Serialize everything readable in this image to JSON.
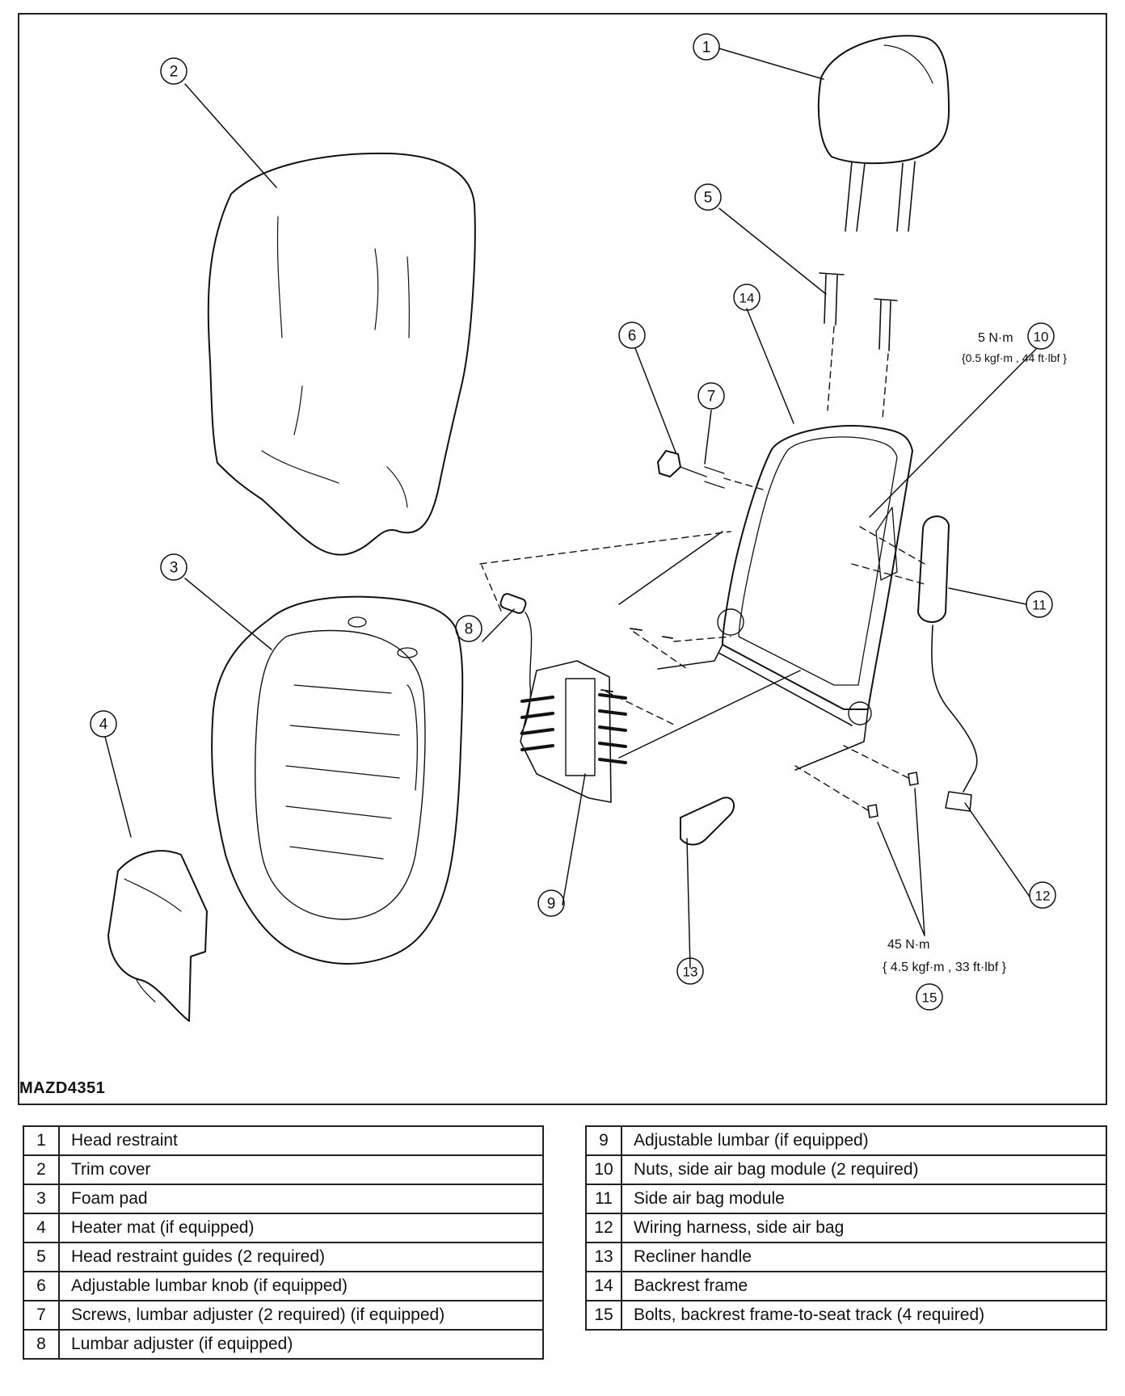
{
  "figure": {
    "id": "MAZD4351",
    "callouts": [
      {
        "num": "1"
      },
      {
        "num": "2"
      },
      {
        "num": "3"
      },
      {
        "num": "4"
      },
      {
        "num": "5"
      },
      {
        "num": "6"
      },
      {
        "num": "7"
      },
      {
        "num": "8"
      },
      {
        "num": "9"
      },
      {
        "num": "10"
      },
      {
        "num": "11"
      },
      {
        "num": "12"
      },
      {
        "num": "13"
      },
      {
        "num": "14"
      },
      {
        "num": "15"
      }
    ],
    "torque_10": {
      "line1": "5 N·m",
      "line2": "{0.5 kgf·m , 44 ft·lbf }"
    },
    "torque_15": {
      "line1": "45 N·m",
      "line2": "{ 4.5 kgf·m , 33 ft·lbf }"
    }
  },
  "legend": {
    "left": [
      {
        "num": "1",
        "desc": "Head restraint"
      },
      {
        "num": "2",
        "desc": "Trim cover"
      },
      {
        "num": "3",
        "desc": "Foam pad"
      },
      {
        "num": "4",
        "desc": "Heater mat (if equipped)"
      },
      {
        "num": "5",
        "desc": "Head restraint guides (2 required)"
      },
      {
        "num": "6",
        "desc": "Adjustable lumbar knob (if equipped)"
      },
      {
        "num": "7",
        "desc": "Screws, lumbar adjuster (2 required) (if equipped)"
      },
      {
        "num": "8",
        "desc": "Lumbar adjuster (if equipped)"
      }
    ],
    "right": [
      {
        "num": "9",
        "desc": "Adjustable lumbar (if equipped)"
      },
      {
        "num": "10",
        "desc": "Nuts, side air bag module (2 required)"
      },
      {
        "num": "11",
        "desc": "Side air bag module"
      },
      {
        "num": "12",
        "desc": "Wiring harness, side air bag"
      },
      {
        "num": "13",
        "desc": "Recliner handle"
      },
      {
        "num": "14",
        "desc": "Backrest frame"
      },
      {
        "num": "15",
        "desc": "Bolts, backrest frame-to-seat track (4 required)"
      }
    ]
  }
}
